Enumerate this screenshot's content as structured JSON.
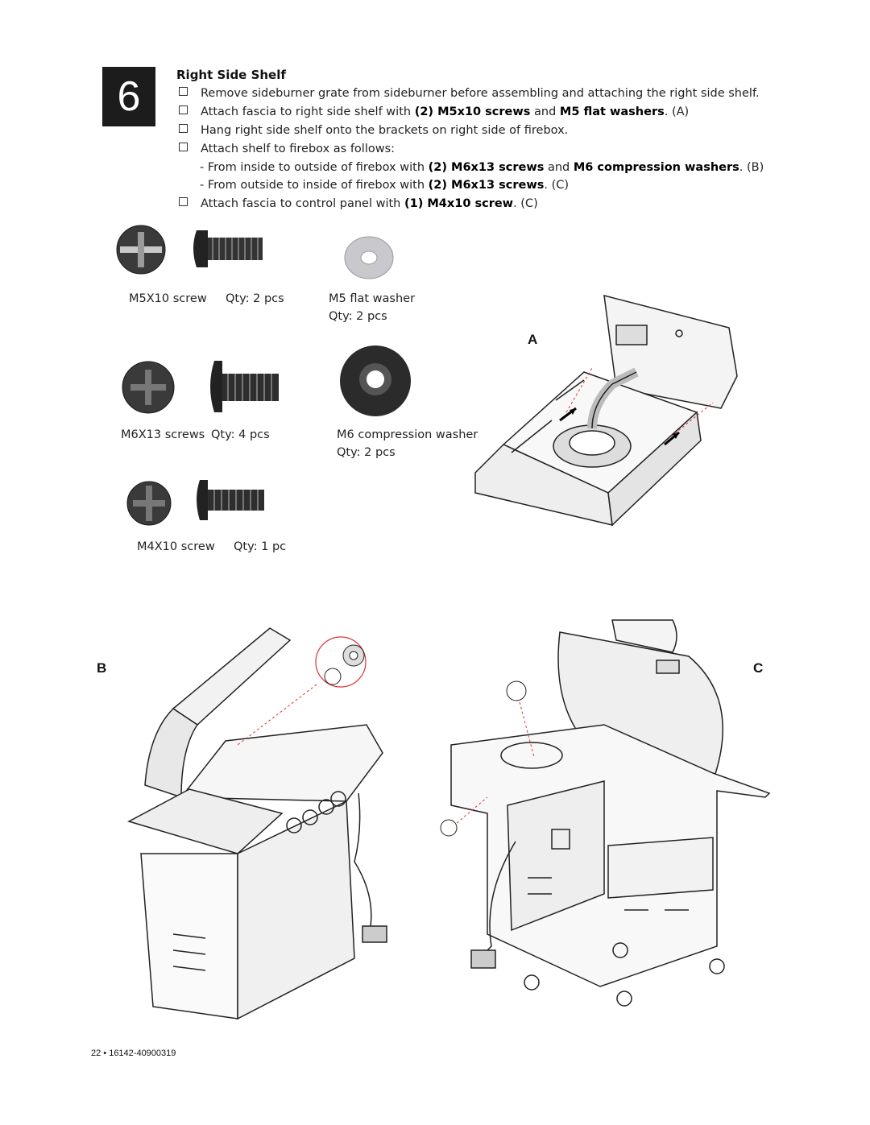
{
  "step": {
    "number": "6",
    "title": "Right Side Shelf",
    "instructions": [
      {
        "pre": "Remove sideburner grate from sideburner before assembling and attaching the right side shelf.",
        "bold": "",
        "post": ""
      },
      {
        "pre": "Attach fascia to right side shelf with ",
        "bold": "(2) M5x10 screws",
        "mid": " and ",
        "bold2": "M5 flat washers",
        "post": ". (A)"
      },
      {
        "pre": "Hang right side shelf onto the brackets on right side of firebox.",
        "bold": "",
        "post": ""
      },
      {
        "pre": "Attach shelf to firebox as follows:",
        "bold": "",
        "post": ""
      }
    ],
    "sub_instructions": [
      {
        "pre": "- From inside to outside of firebox with ",
        "bold": "(2) M6x13 screws",
        "mid": " and ",
        "bold2": "M6 compression washers",
        "post": ". (B)"
      },
      {
        "pre": "- From outside to inside of firebox with ",
        "bold": "(2) M6x13 screws",
        "post": ". (C)"
      }
    ],
    "last_instruction": {
      "pre": "Attach fascia to control panel with ",
      "bold": "(1) M4x10 screw",
      "post": ". (C)"
    }
  },
  "hardware": {
    "m5_screw": {
      "name": "M5X10 screw",
      "qty": "Qty: 2 pcs"
    },
    "m5_washer": {
      "name": "M5 flat washer",
      "qty": "Qty: 2 pcs"
    },
    "m6_screw": {
      "name": "M6X13 screws",
      "qty": "Qty: 4 pcs"
    },
    "m6_washer": {
      "name": "M6 compression washer",
      "qty": "Qty: 2 pcs"
    },
    "m4_screw": {
      "name": "M4X10 screw",
      "qty": "Qty: 1 pc"
    }
  },
  "figures": {
    "a": "A",
    "b": "B",
    "c": "C"
  },
  "footer": "22 • 16142-40900319"
}
